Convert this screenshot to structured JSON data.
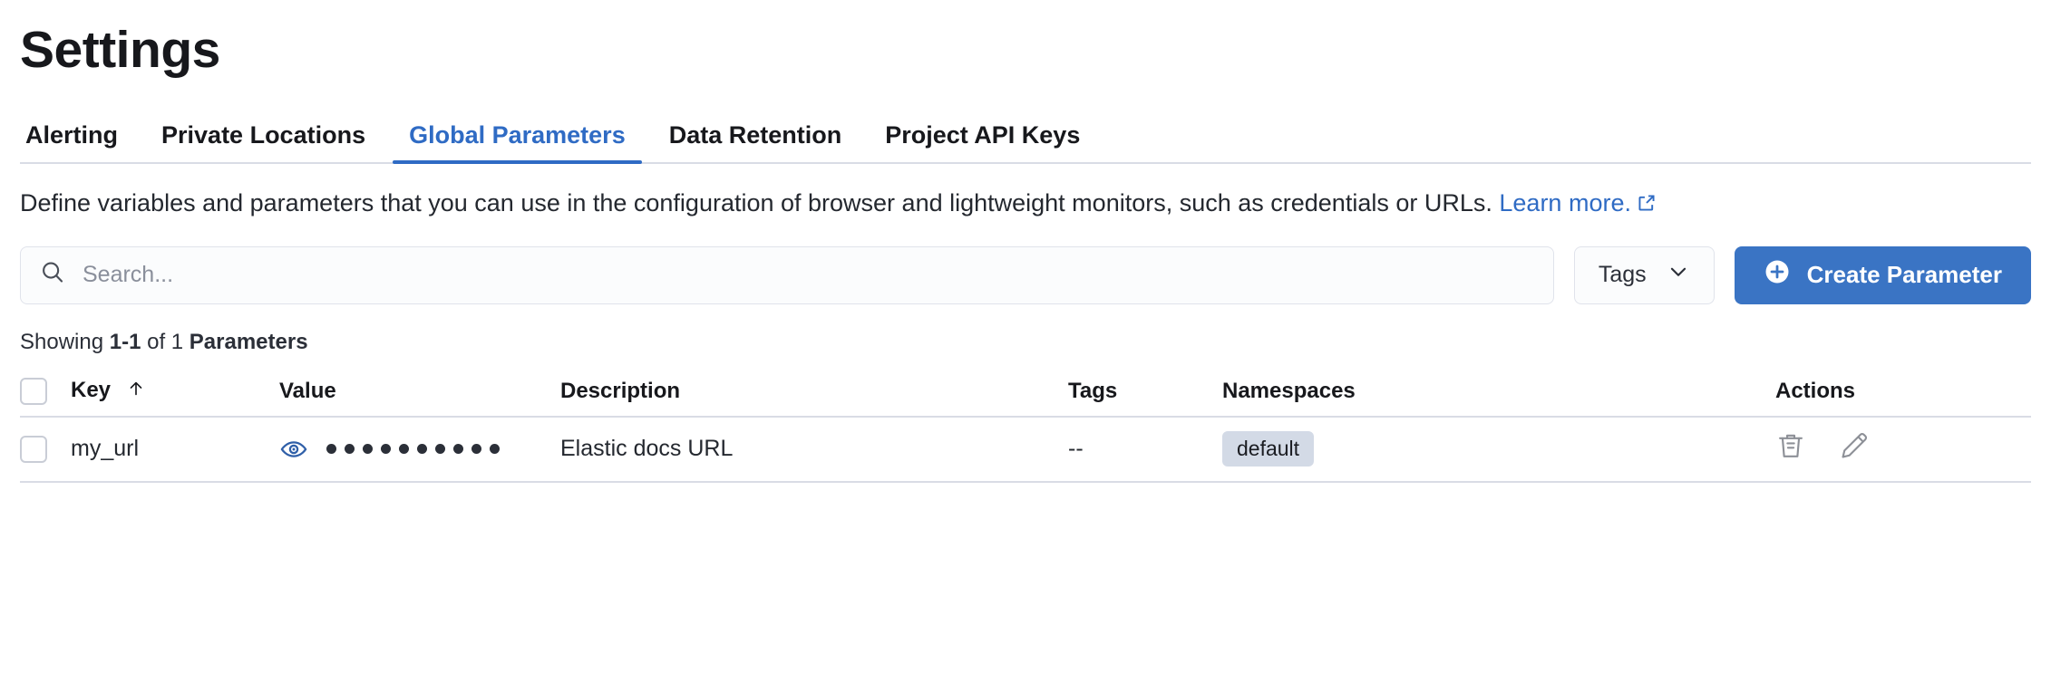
{
  "header": {
    "title": "Settings"
  },
  "tabs": [
    {
      "label": "Alerting",
      "active": false
    },
    {
      "label": "Private Locations",
      "active": false
    },
    {
      "label": "Global Parameters",
      "active": true
    },
    {
      "label": "Data Retention",
      "active": false
    },
    {
      "label": "Project API Keys",
      "active": false
    }
  ],
  "description": {
    "text": "Define variables and parameters that you can use in the configuration of browser and lightweight monitors, such as credentials or URLs.",
    "link_label": "Learn more.",
    "link_icon": "external-link-icon"
  },
  "controls": {
    "search": {
      "placeholder": "Search...",
      "value": "",
      "icon": "search-icon"
    },
    "tags_filter": {
      "label": "Tags",
      "icon": "chevron-down-icon"
    },
    "create_button": {
      "label": "Create Parameter",
      "icon": "plus-circle-icon"
    }
  },
  "results": {
    "prefix": "Showing ",
    "range": "1-1",
    "middle": " of 1 ",
    "noun": "Parameters"
  },
  "table": {
    "columns": [
      {
        "key": "check",
        "label": ""
      },
      {
        "key": "key",
        "label": "Key",
        "sort": "asc",
        "sort_icon": "arrow-up-icon"
      },
      {
        "key": "value",
        "label": "Value"
      },
      {
        "key": "description",
        "label": "Description"
      },
      {
        "key": "tags",
        "label": "Tags"
      },
      {
        "key": "namespaces",
        "label": "Namespaces"
      },
      {
        "key": "actions",
        "label": "Actions"
      }
    ],
    "rows": [
      {
        "key": "my_url",
        "value_masked": true,
        "value_dots": 10,
        "value_toggle_icon": "eye-icon",
        "description": "Elastic docs URL",
        "tags": "--",
        "namespaces": [
          "default"
        ],
        "actions": [
          "trash-icon",
          "pencil-icon"
        ]
      }
    ]
  },
  "colors": {
    "accent": "#2f6bc4",
    "primary_button": "#3a74c4",
    "badge_bg": "#d3dae6",
    "border": "#d9dce5",
    "text": "#1a1c21",
    "muted_text": "#8a8f9b"
  }
}
